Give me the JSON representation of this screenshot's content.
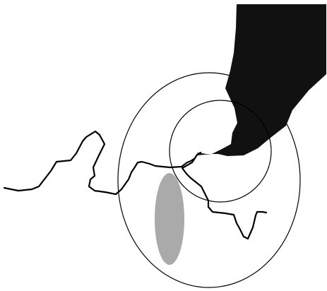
{
  "diagram": {
    "background": "#ffffff",
    "colors": {
      "stroke": "#000000",
      "landmass": "#111111",
      "ellipse_fill": "#aaaaaa"
    },
    "shapes": [
      "outer-ellipse",
      "inner-circle",
      "black-landmass",
      "gray-ellipse",
      "wavy-line"
    ]
  }
}
